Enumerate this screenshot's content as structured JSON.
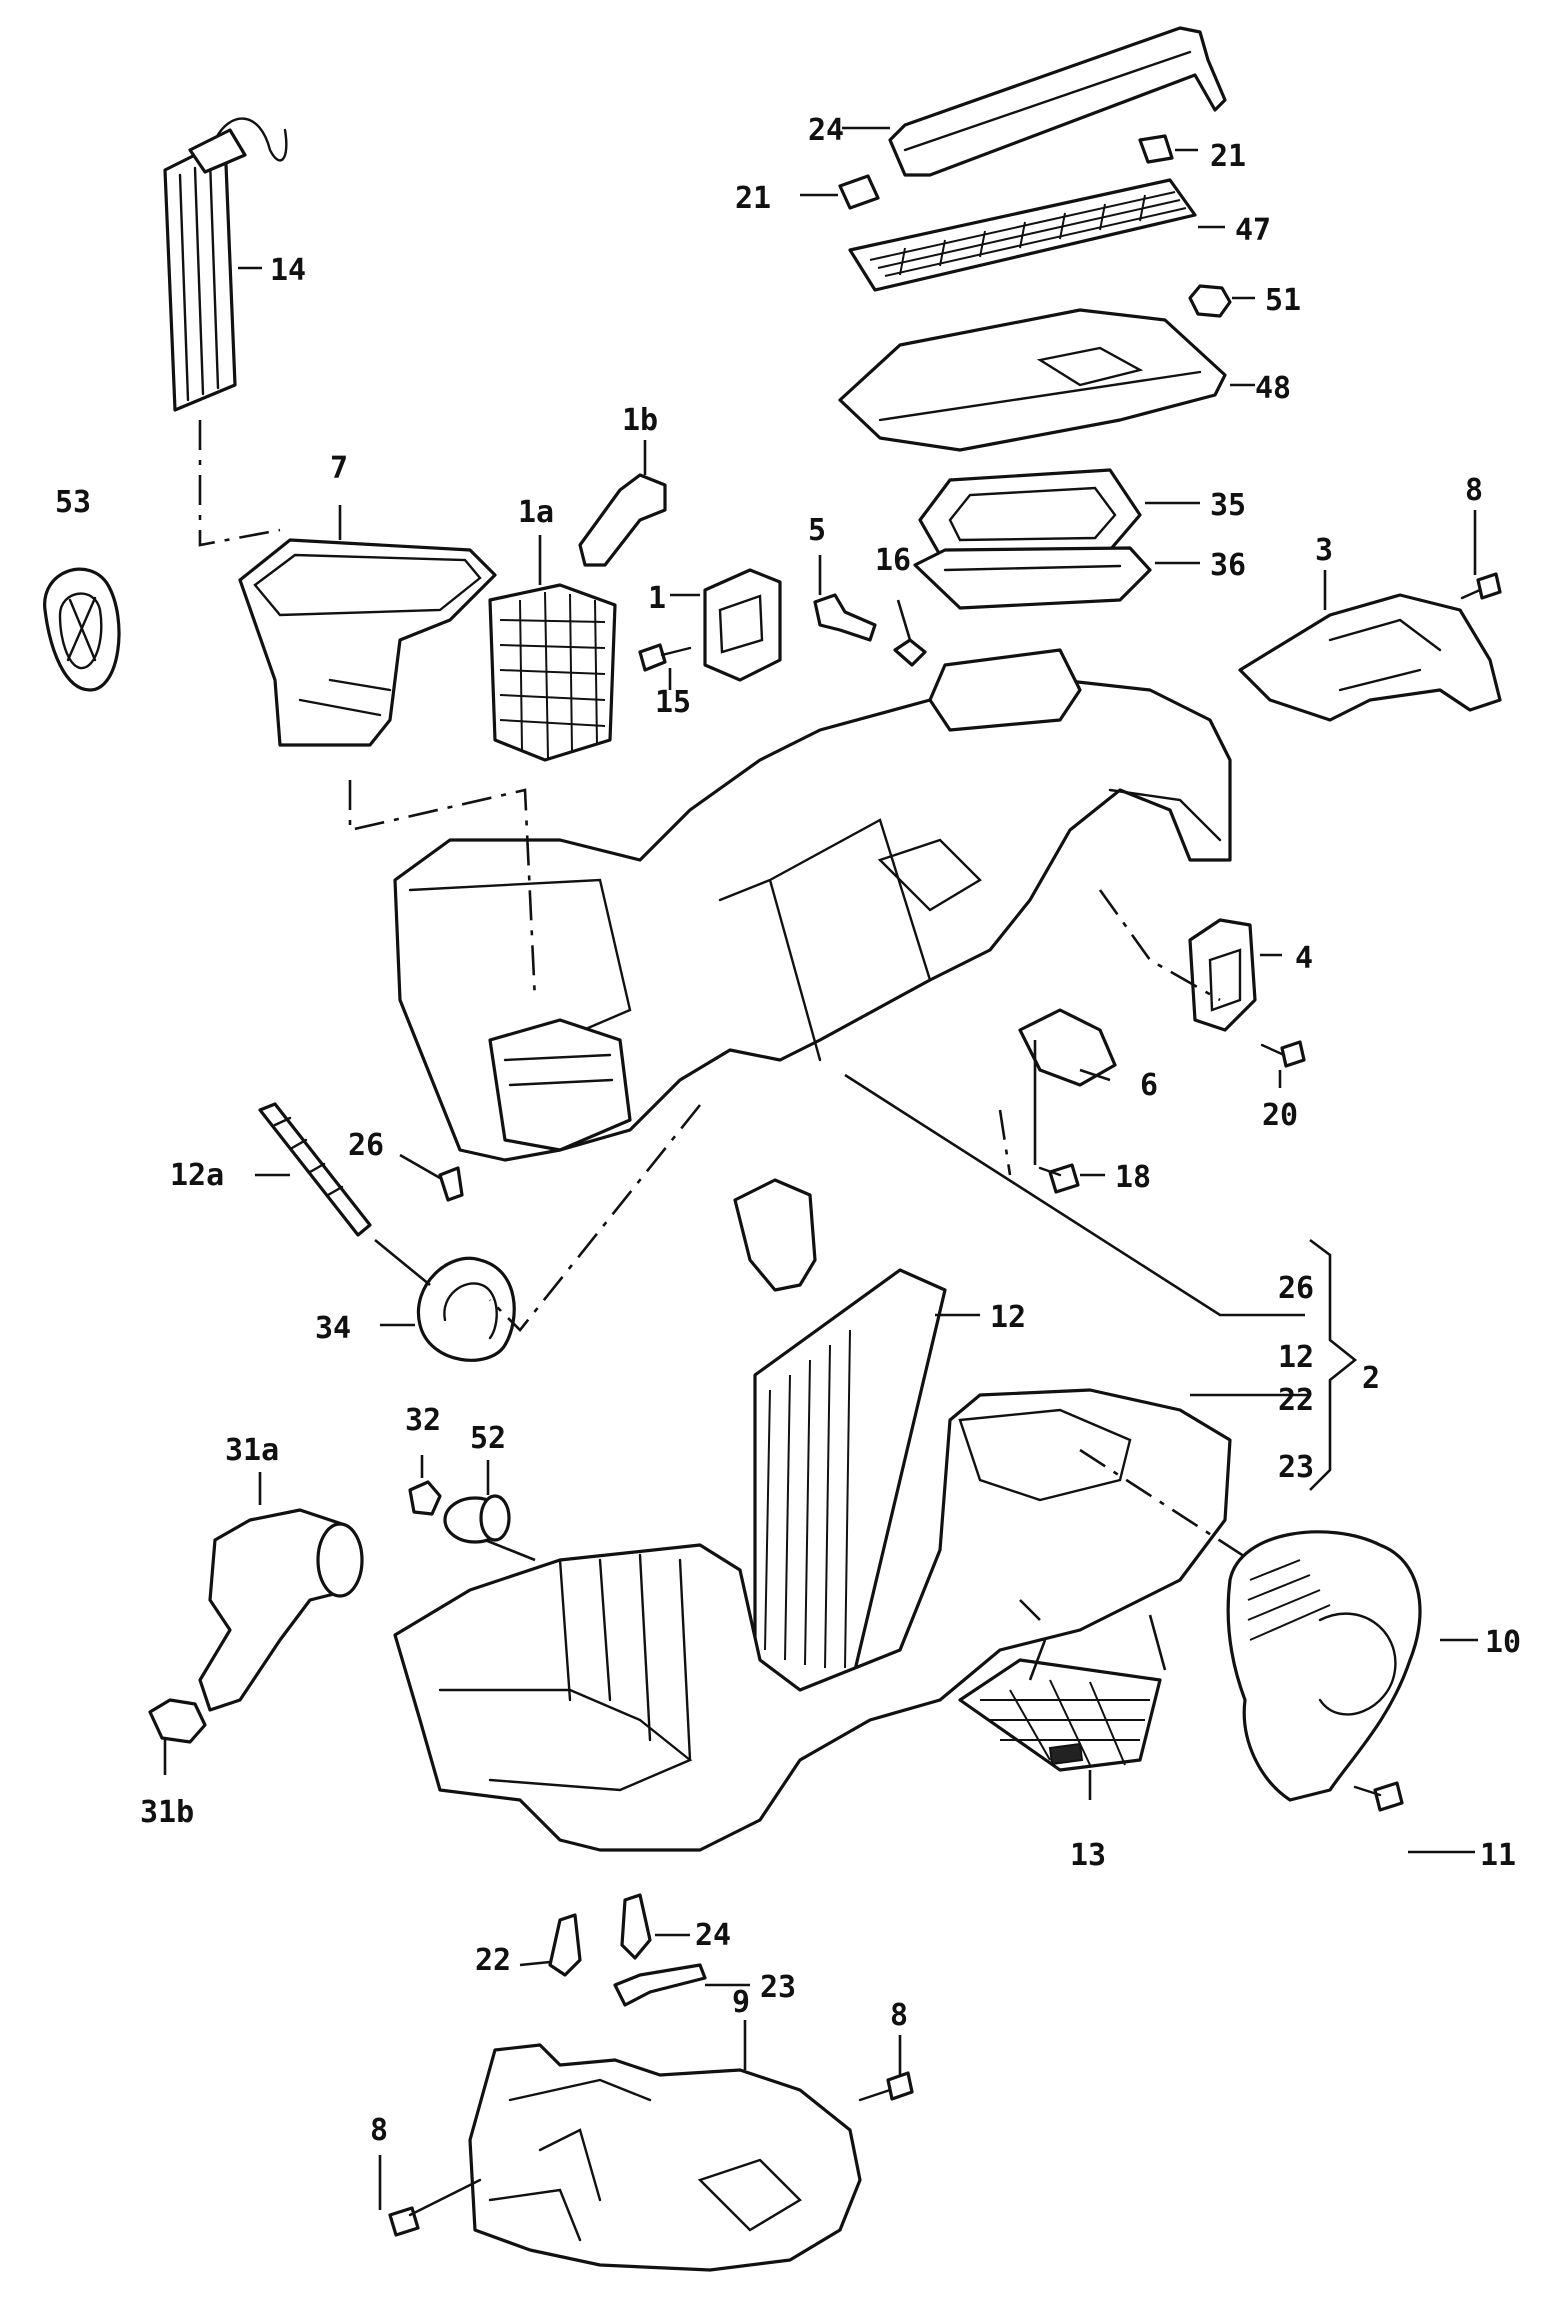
{
  "diagram": {
    "callouts": [
      "24",
      "21",
      "21",
      "47",
      "51",
      "48",
      "14",
      "1b",
      "53",
      "7",
      "1a",
      "1",
      "5",
      "16",
      "35",
      "36",
      "3",
      "8",
      "15",
      "4",
      "6",
      "20",
      "18",
      "26",
      "12a",
      "34",
      "12",
      "26",
      "12",
      "22",
      "23",
      "2",
      "31a",
      "32",
      "52",
      "10",
      "31b",
      "13",
      "11",
      "22",
      "24",
      "23",
      "9",
      "8",
      "8"
    ]
  }
}
